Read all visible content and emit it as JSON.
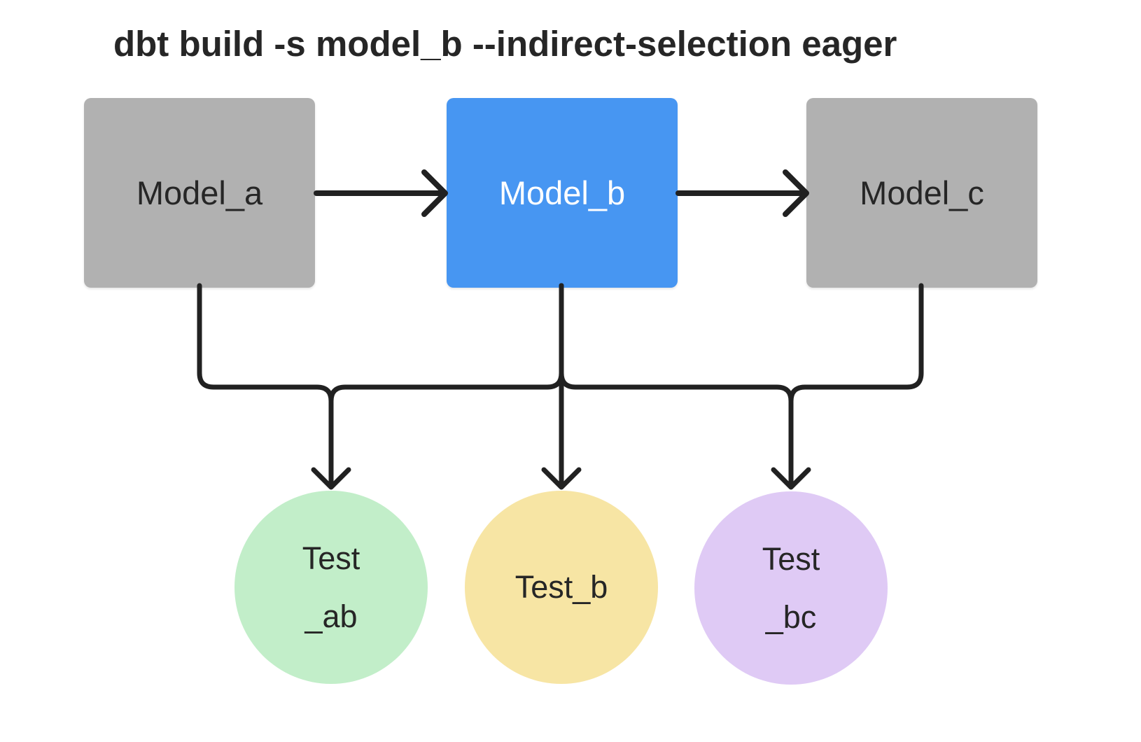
{
  "title": "dbt build -s model_b --indirect-selection eager",
  "colors": {
    "background": "#FFFFFF",
    "model_default": "#B1B1B1",
    "model_selected": "#4796F2",
    "line": "#212121",
    "text": "#262626",
    "text_on_selected": "#FFFFFF",
    "test_ab_fill": "#C2EEC9",
    "test_b_fill": "#F7E5A4",
    "test_bc_fill": "#DFCAF5"
  },
  "nodes": {
    "model_a": {
      "label": "Model_a",
      "type": "model",
      "selected": false
    },
    "model_b": {
      "label": "Model_b",
      "type": "model",
      "selected": true
    },
    "model_c": {
      "label": "Model_c",
      "type": "model",
      "selected": false
    },
    "test_ab": {
      "type": "test",
      "label_lines": [
        "Test",
        "_ab"
      ]
    },
    "test_b": {
      "type": "test",
      "label_lines": [
        "Test_b"
      ]
    },
    "test_bc": {
      "type": "test",
      "label_lines": [
        "Test",
        "_bc"
      ]
    }
  },
  "edges": [
    {
      "from": "model_a",
      "to": "model_b"
    },
    {
      "from": "model_b",
      "to": "model_c"
    },
    {
      "from": "model_a",
      "to": "test_ab"
    },
    {
      "from": "model_b",
      "to": "test_ab"
    },
    {
      "from": "model_b",
      "to": "test_b"
    },
    {
      "from": "model_b",
      "to": "test_bc"
    },
    {
      "from": "model_c",
      "to": "test_bc"
    }
  ]
}
